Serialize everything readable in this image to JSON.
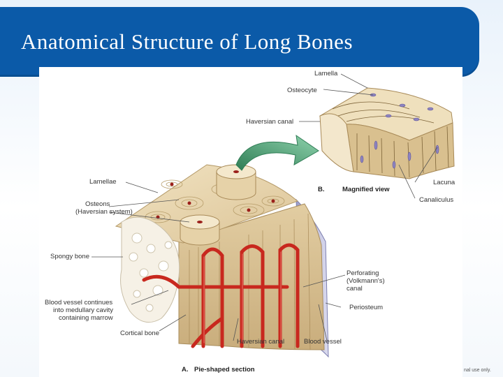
{
  "slide": {
    "title": "Anatomical Structure of Long Bones",
    "footnote": "nal use only."
  },
  "figure": {
    "labels": {
      "lamella": "Lamella",
      "osteocyte": "Osteocyte",
      "haversian_canal_top": "Haversian canal",
      "lamellae": "Lamellae",
      "panel_b_letter": "B.",
      "panel_b_title": "Magnified view",
      "lacuna": "Lacuna",
      "canaliculus": "Canaliculus",
      "osteons_line1": "Osteons",
      "osteons_line2": "(Haversian system)",
      "spongy_bone": "Spongy bone",
      "perforating_line1": "Perforating",
      "perforating_line2": "(Volkmann's)",
      "perforating_line3": "canal",
      "periosteum": "Periosteum",
      "blood_vessel_line1": "Blood vessel continues",
      "blood_vessel_line2": "into medullary cavity",
      "blood_vessel_line3": "containing marrow",
      "cortical_bone": "Cortical bone",
      "haversian_canal_bottom": "Haversian canal",
      "blood_vessel": "Blood vessel",
      "panel_a_letter": "A.",
      "panel_a_title": "Pie-shaped section"
    }
  },
  "colors": {
    "title_bar": "#0b5aa8",
    "bone": "#ead9b4",
    "bone_dark": "#c9ad7c",
    "vessel": "#c8281e",
    "arrow": "#3f9a6a",
    "periosteum": "#b8b9d8"
  }
}
